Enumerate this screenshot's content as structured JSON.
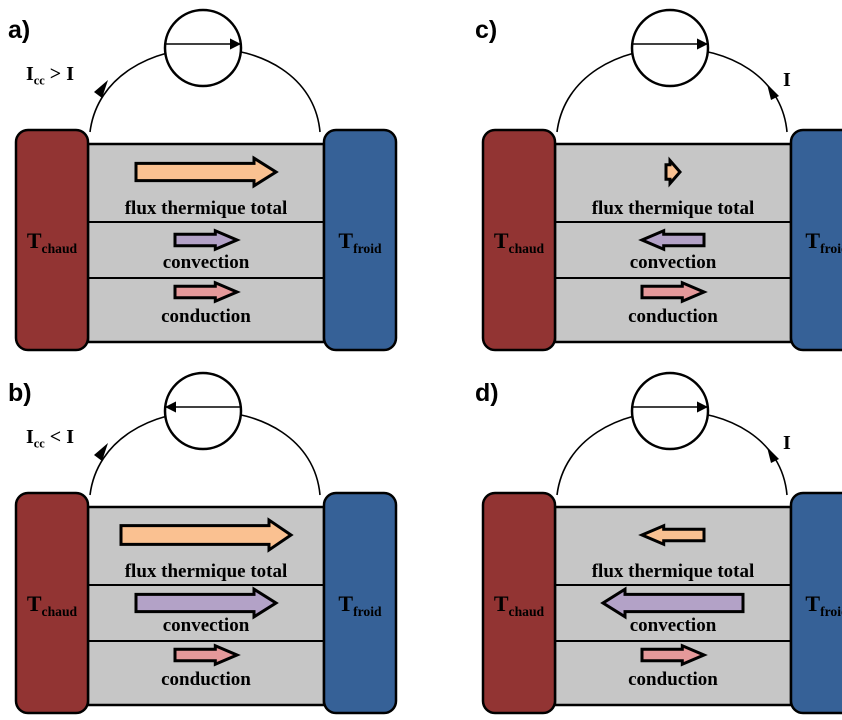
{
  "colors": {
    "hot_block": "#923433",
    "cold_block": "#366197",
    "bar_fill": "#c6c6c6",
    "total_arrow": "#fac191",
    "convection_arrow": "#b3a2c7",
    "conduction_arrow": "#e5999a"
  },
  "panels": [
    {
      "label": "a)",
      "current_label": {
        "main": "I",
        "sub": "cc",
        "rest": " > I"
      },
      "current_direction": "ccw",
      "hot_label": {
        "main": "T",
        "sub": "chaud"
      },
      "cold_label": {
        "main": "T",
        "sub": "froid"
      },
      "rows": [
        {
          "label": "flux thermique total",
          "direction": "right",
          "magnitude": "medium"
        },
        {
          "label": "convection",
          "direction": "right",
          "magnitude": "small"
        },
        {
          "label": "conduction",
          "direction": "right",
          "magnitude": "small"
        }
      ]
    },
    {
      "label": "b)",
      "current_label": {
        "main": "I",
        "sub": "cc",
        "rest": " < I"
      },
      "current_direction": "ccw",
      "hot_label": {
        "main": "T",
        "sub": "chaud"
      },
      "cold_label": {
        "main": "T",
        "sub": "froid"
      },
      "rows": [
        {
          "label": "flux thermique total",
          "direction": "right",
          "magnitude": "large"
        },
        {
          "label": "convection",
          "direction": "right",
          "magnitude": "medium"
        },
        {
          "label": "conduction",
          "direction": "right",
          "magnitude": "small"
        }
      ]
    },
    {
      "label": "c)",
      "current_label": {
        "main": "I",
        "sub": "",
        "rest": ""
      },
      "current_direction": "cw",
      "hot_label": {
        "main": "T",
        "sub": "chaud"
      },
      "cold_label": {
        "main": "T",
        "sub": "froid"
      },
      "rows": [
        {
          "label": "flux thermique total",
          "direction": "right",
          "magnitude": "tiny"
        },
        {
          "label": "convection",
          "direction": "left",
          "magnitude": "small"
        },
        {
          "label": "conduction",
          "direction": "right",
          "magnitude": "small"
        }
      ]
    },
    {
      "label": "d)",
      "current_label": {
        "main": "I",
        "sub": "",
        "rest": ""
      },
      "current_direction": "cw",
      "hot_label": {
        "main": "T",
        "sub": "chaud"
      },
      "cold_label": {
        "main": "T",
        "sub": "froid"
      },
      "rows": [
        {
          "label": "flux thermique total",
          "direction": "left",
          "magnitude": "small"
        },
        {
          "label": "convection",
          "direction": "left",
          "magnitude": "medium"
        },
        {
          "label": "conduction",
          "direction": "right",
          "magnitude": "small"
        }
      ]
    }
  ]
}
